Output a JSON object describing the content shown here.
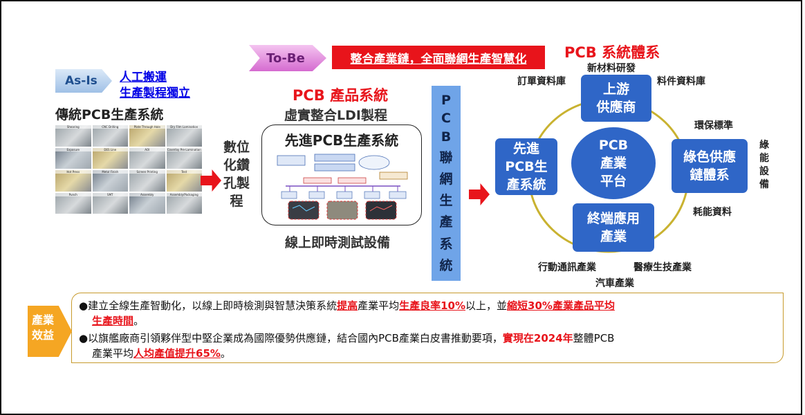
{
  "as_is": {
    "tag": "As-Is",
    "line1": "人工搬運",
    "line2": "生產製程獨立",
    "traditional_title": "傳統PCB生產系統",
    "photo_captions": [
      "Shearing",
      "CNC Drilling",
      "Plate Through Hole",
      "Dry Film Lamination",
      "Exposure",
      "DES Line",
      "AOI",
      "Coverlay Pre-Lamination",
      "Hot Press",
      "Metal Finish",
      "Screen Printing",
      "Test",
      "Punch",
      "SMT",
      "Assembly",
      "Assembly/Packaging"
    ]
  },
  "middle_label": [
    "數位",
    "化鑽",
    "孔製",
    "程"
  ],
  "to_be": {
    "tag": "To-Be",
    "banner": "整合產業鏈，全面聯網生產智慧化"
  },
  "product_system": {
    "title": "PCB 產品系統",
    "subtitle": "虛實整合LDI製程",
    "box_title": "先進PCB生產系統",
    "bottom_label": "線上即時測試設備"
  },
  "pcb_network_column": [
    "P",
    "C",
    "B",
    "聯",
    "網",
    "生",
    "產",
    "系",
    "統"
  ],
  "system": {
    "title": "PCB 系統體系",
    "center": "PCB\n產業\n平台",
    "top": "上游\n供應商",
    "left": "先進\nPCB生\n產系統",
    "right": "綠色供應\n鏈體系",
    "bottom": "終端應用\n產業",
    "labels": {
      "new_material": "新材料研發",
      "order_db": "訂單資料庫",
      "parts_db": "料件資料庫",
      "env_std": "環保標準",
      "green_equip": "綠\n能\n設\n備",
      "energy_data": "耗能資料",
      "mobile": "行動通訊產業",
      "medical": "醫療生技產業",
      "auto": "汽車產業"
    }
  },
  "benefit": {
    "tag": "產業\n效益",
    "line1_a": "●建立全線生產智動化，以線上即時檢測與智慧決策系統",
    "line1_b": "提高",
    "line1_c": "產業平均",
    "line1_d": "生產良率10%",
    "line1_e": "以上，並",
    "line1_f": "縮短30%產業產品平均",
    "line2_a": "生產時間",
    "line2_b": "。",
    "line3_a": "●以旗艦廠商引領夥伴型中堅企業成為國際優勢供應鏈，結合國內PCB產業白皮書推動要項，",
    "line3_b": "實現在2024年",
    "line3_c": "整體PCB",
    "line4_a": "產業平均",
    "line4_b": "人均產值提升65%",
    "line4_c": "。"
  },
  "colors": {
    "red": "#e8141b",
    "node_blue": "#2f66c7",
    "column_blue": "#6fa4e8",
    "ring": "#c9b230",
    "benefit_orange": "#f5a623",
    "link_blue": "#0000e6"
  }
}
